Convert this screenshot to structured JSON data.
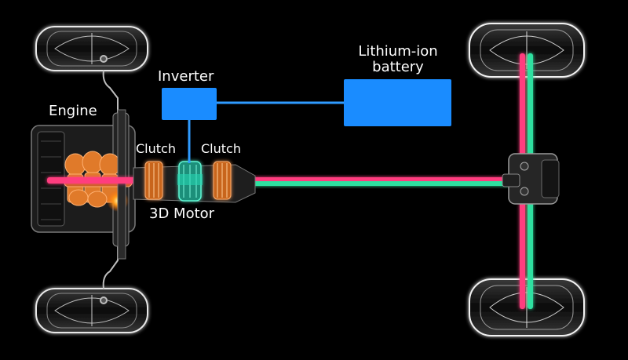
{
  "labels": {
    "engine": "Engine",
    "inverter": "Inverter",
    "battery_line1": "Lithium-ion",
    "battery_line2": "battery",
    "clutch_left": "Clutch",
    "clutch_right": "Clutch",
    "motor": "3D Motor"
  },
  "colors": {
    "background": "#000000",
    "electric_box": "#1a8cff",
    "electric_line": "#2f9bff",
    "shaft_pink": "#ff3d7f",
    "shaft_green": "#2fe0a0",
    "engine_orange": "#e07a2a",
    "motor_teal": "#27d6b0",
    "wheel_outline": "#e8e8e8"
  }
}
